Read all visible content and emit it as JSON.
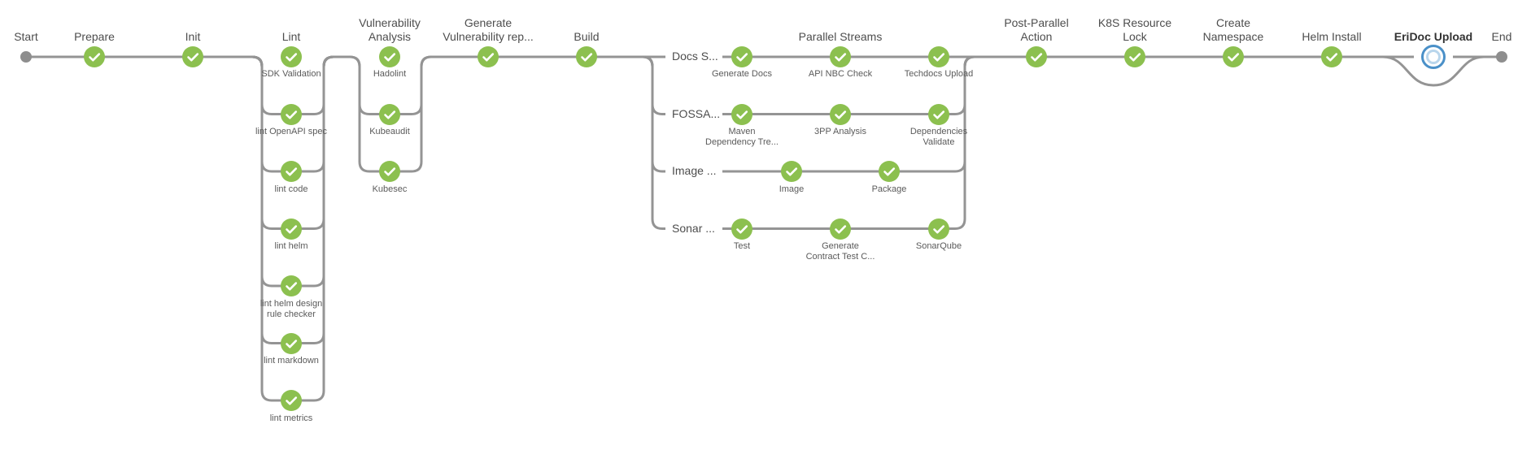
{
  "colors": {
    "success": "#8cc04f",
    "edge": "#949494",
    "running_ring": "#4a90c8",
    "endpoint": "#8e8e8e"
  },
  "pipeline": {
    "start_label": "Start",
    "end_label": "End",
    "stages": [
      {
        "id": "prepare",
        "label": "Prepare",
        "status": "success"
      },
      {
        "id": "init",
        "label": "Init",
        "status": "success"
      },
      {
        "id": "lint",
        "label": "Lint",
        "status": "success",
        "steps": [
          "SDK Validation",
          "lint OpenAPI spec",
          "lint code",
          "lint helm",
          "lint helm design\nrule checker",
          "lint markdown",
          "lint metrics"
        ]
      },
      {
        "id": "vulnerability-analysis",
        "label": "Vulnerability\nAnalysis",
        "status": "success",
        "steps": [
          "Hadolint",
          "Kubeaudit",
          "Kubesec"
        ]
      },
      {
        "id": "generate-vulnerability-report",
        "label": "Generate\nVulnerability rep...",
        "status": "success"
      },
      {
        "id": "build",
        "label": "Build",
        "status": "success"
      },
      {
        "id": "parallel-streams",
        "label": "Parallel Streams",
        "status": "success",
        "branches": [
          {
            "label": "Docs S...",
            "steps": [
              "Generate Docs",
              "API NBC Check",
              "Techdocs Upload"
            ]
          },
          {
            "label": "FOSSA...",
            "steps": [
              "Maven\nDependency Tre...",
              "3PP Analysis",
              "Dependencies\nValidate"
            ]
          },
          {
            "label": "Image ...",
            "steps": [
              "Image",
              "Package"
            ]
          },
          {
            "label": "Sonar ...",
            "steps": [
              "Test",
              "Generate\nContract Test C...",
              "SonarQube"
            ]
          }
        ]
      },
      {
        "id": "post-parallel-action",
        "label": "Post-Parallel\nAction",
        "status": "success"
      },
      {
        "id": "k8s-resource-lock",
        "label": "K8S Resource\nLock",
        "status": "success"
      },
      {
        "id": "create-namespace",
        "label": "Create\nNamespace",
        "status": "success"
      },
      {
        "id": "helm-install",
        "label": "Helm Install",
        "status": "success"
      },
      {
        "id": "eridoc-upload",
        "label": "EriDoc Upload",
        "status": "running"
      }
    ]
  }
}
